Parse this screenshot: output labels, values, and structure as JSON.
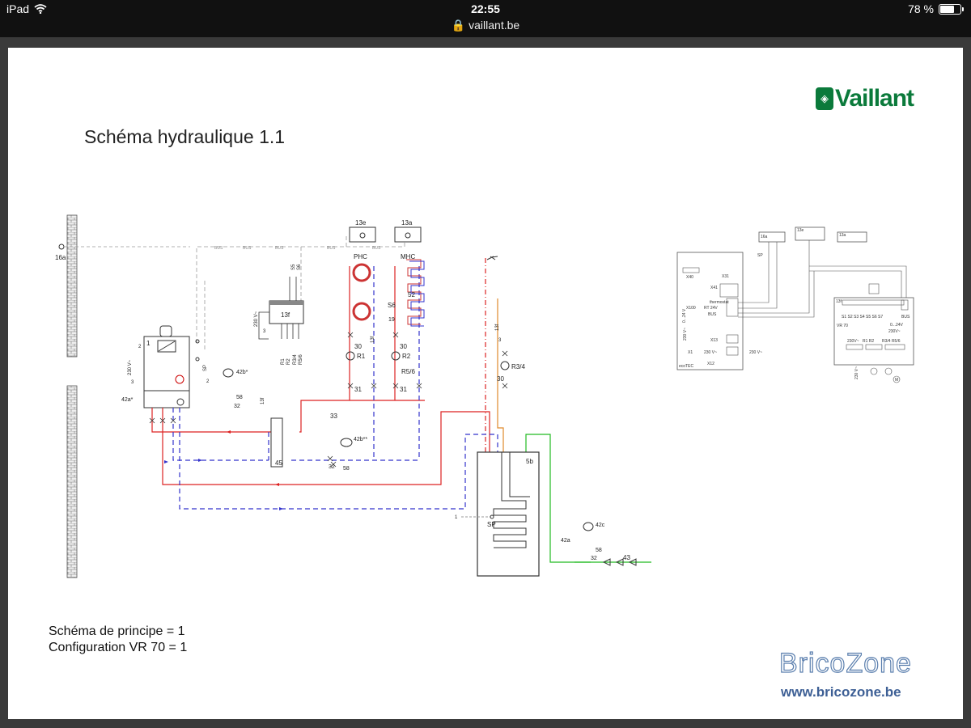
{
  "status_bar": {
    "device": "iPad",
    "time": "22:55",
    "url": "vaillant.be",
    "battery": "78 %",
    "battery_level": 0.78
  },
  "document": {
    "title": "Schéma hydraulique 1.1",
    "brand": "Vaillant",
    "note_scheme": "Schéma de principe = 1",
    "note_config": "Configuration VR 70 = 1",
    "watermark_brand": "BricoZone",
    "watermark_url": "www.bricozone.be"
  },
  "diagram": {
    "bus_label": "BUS",
    "labels": {
      "l16a": "16a",
      "l13e": "13e",
      "l13a": "13a",
      "phc": "PHC",
      "mhc": "MHC",
      "s5": "S5",
      "s6v": "S6",
      "l230": "230 V~",
      "l3": "3",
      "l13f": "13f",
      "r1": "R1",
      "r2": "R2",
      "r34": "R3/4",
      "r56": "R5/6",
      "l1": "1",
      "l2": "2",
      "l230b": "230 V~",
      "l3b": "3",
      "sp": "SP",
      "l42a": "42a*",
      "l42b": "42b*",
      "l58": "58",
      "l32": "32",
      "l13f2": "13f",
      "l2b": "2",
      "l30a": "30",
      "l31a": "31",
      "l30b": "30",
      "l31b": "31",
      "l52": "52",
      "s6": "S6",
      "l19": "19",
      "l13f3": "13f",
      "r1b": "R1",
      "r2b": "R2",
      "r56b": "R5/6",
      "l33": "33",
      "l42bb": "42b**",
      "l32b": "32",
      "l58b": "58",
      "l45": "45",
      "l13f4": "13f",
      "l3c": "3",
      "r34b": "R3/4",
      "l30c": "30",
      "l5b": "5b",
      "sp2": "SP",
      "l1b": "1",
      "l42c": "42c",
      "l42a2": "42a",
      "l58c": "58",
      "l32c": "32",
      "l43": "43"
    },
    "wiring": {
      "w16a": "16a",
      "wsp": "SP",
      "w13e": "13e",
      "w13a": "13a",
      "x40": "X40",
      "x31": "X31",
      "x41": "X41",
      "thermostat": "thermostat",
      "rt24": "RT 24V",
      "bus": "BUS",
      "v24": "0...24 V",
      "x100": "X100",
      "v230": "230 V~",
      "x13": "X13",
      "x1": "X1",
      "v230b": "230 V~",
      "v230c": "230 V~",
      "x12": "X12",
      "ecotec": "ecoTEC",
      "w13f": "13f",
      "sensors": "S1 S2 S3 S4 S5 S6 S7",
      "wbus": "BUS",
      "vr70": "VR 70",
      "v024": "0...24V",
      "v230d": "230V~",
      "v230e": "230V~",
      "r1r2": "R1 R2",
      "r34r56": "R3/4 R5/6",
      "v230f": "230 V~",
      "m": "M"
    }
  }
}
